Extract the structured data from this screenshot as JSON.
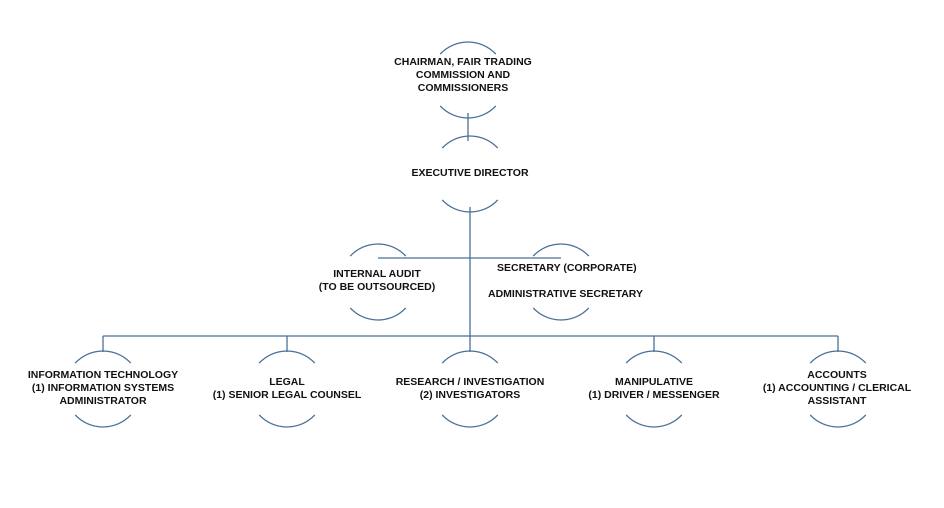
{
  "nodes": {
    "chairman": {
      "lines": [
        "CHAIRMAN,  FAIR TRADING",
        "COMMISSION AND",
        "COMMISSIONERS"
      ]
    },
    "executive_director": {
      "lines": [
        "EXECUTIVE DIRECTOR"
      ]
    },
    "internal_audit": {
      "lines": [
        "INTERNAL AUDIT",
        "(TO BE OUTSOURCED)"
      ]
    },
    "secretary": {
      "lines": [
        "SECRETARY (CORPORATE)",
        "",
        "ADMINISTRATIVE SECRETARY"
      ]
    },
    "information_technology": {
      "lines": [
        "INFORMATION TECHNOLOGY",
        "(1) INFORMATION SYSTEMS",
        "ADMINISTRATOR"
      ]
    },
    "legal": {
      "lines": [
        "LEGAL",
        "(1) SENIOR LEGAL COUNSEL"
      ]
    },
    "research": {
      "lines": [
        "RESEARCH / INVESTIGATION",
        "(2) INVESTIGATORS"
      ]
    },
    "manipulative": {
      "lines": [
        "MANIPULATIVE",
        "(1) DRIVER / MESSENGER"
      ]
    },
    "accounts": {
      "lines": [
        "ACCOUNTS",
        "(1) ACCOUNTING  / CLERICAL",
        "ASSISTANT"
      ]
    }
  },
  "colors": {
    "line": "#4a6f97",
    "text": "#111111"
  }
}
